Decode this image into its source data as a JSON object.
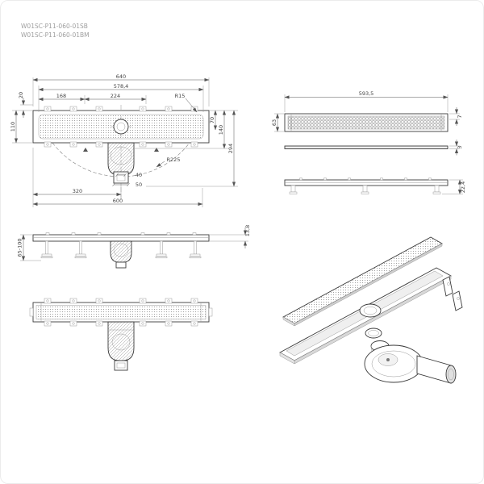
{
  "product_codes": [
    "W01SC-P11-060-01SB",
    "W01SC-P11-060-01BM"
  ],
  "plan": {
    "overall_length": "640",
    "grate_length": "578,4",
    "spacing_a": "168",
    "spacing_b": "224",
    "corner_radius": "R15",
    "offset_top": "20",
    "body_width": "110",
    "dim_70": "70",
    "dim_140": "140",
    "dim_294": "294",
    "trap_radius": "R225",
    "outlet_inner": "40",
    "outlet_outer": "50",
    "center_dist": "320",
    "length_600": "600"
  },
  "grate": {
    "length": "593,5",
    "width": "63",
    "edge_height": "7",
    "thickness": "3"
  },
  "profile": {
    "height": "22,4"
  },
  "side": {
    "foot_height": "65-100",
    "rail_height": "13,8"
  }
}
